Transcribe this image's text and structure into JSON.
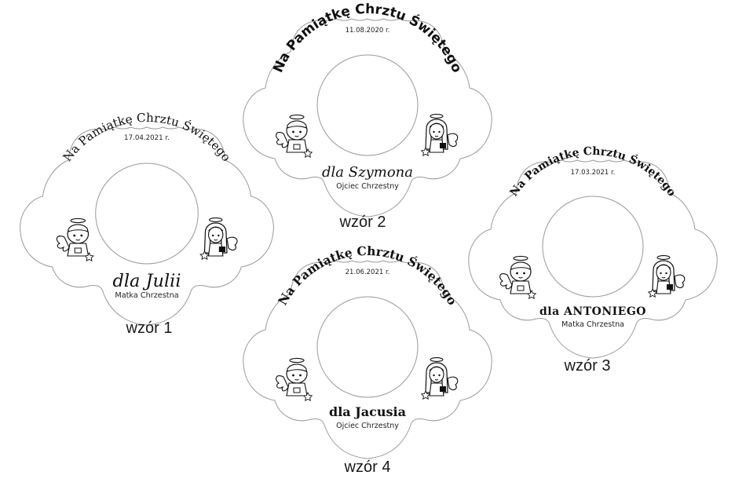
{
  "labels": [
    {
      "date": "17.04.2021 r.",
      "title": "Na Pamiątkę Chrztu Świętego",
      "name": "dla Julii",
      "signature": "Matka Chrzestna",
      "caption": "wzór 1"
    },
    {
      "date": "11.08.2020 r.",
      "title": "Na Pamiątkę Chrztu Świętego",
      "name": "dla Szymona",
      "signature": "Ojciec Chrzestny",
      "caption": "wzór 2"
    },
    {
      "date": "17.03.2021 r.",
      "title": "Na Pamiątkę Chrztu Świętego",
      "name": "dla ANTONIEGO",
      "signature": "Matka Chrzestna",
      "caption": "wzór 3"
    },
    {
      "date": "21.06.2021 r.",
      "title": "Na Pamiątkę Chrztu Świętego",
      "name": "dla Jacusia",
      "signature": "Ojciec Chrzestny",
      "caption": "wzór 4"
    }
  ],
  "icons": [
    "angel-boy-icon",
    "angel-girl-icon",
    "star-icon"
  ],
  "colors": {
    "outline": "#9a9a9a",
    "ink": "#111111",
    "background": "#ffffff"
  }
}
